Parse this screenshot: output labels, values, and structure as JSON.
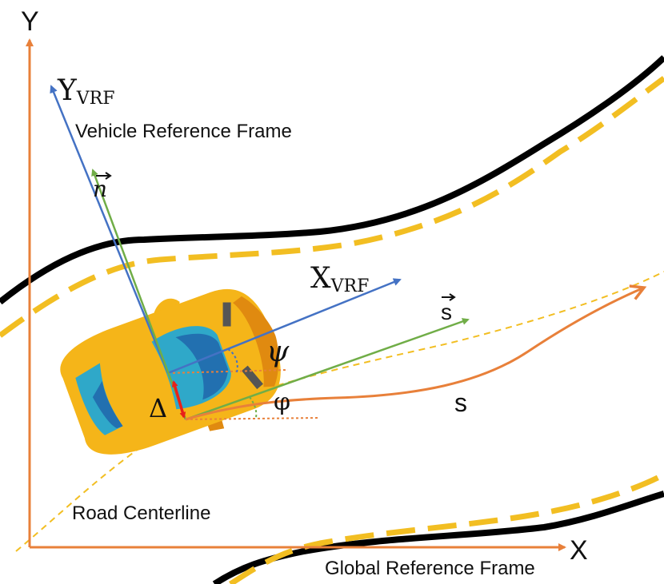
{
  "labels": {
    "y_axis": "Y",
    "x_axis": "X",
    "y_vrf_main": "Y",
    "y_vrf_sub": "VRF",
    "x_vrf_main": "X",
    "x_vrf_sub": "VRF",
    "vehicle_frame": "Vehicle Reference Frame",
    "road_centerline": "Road Centerline",
    "global_frame": "Global Reference Frame",
    "n_vector": "n",
    "s_vector": "s",
    "psi": "ψ",
    "phi": "φ",
    "delta": "Δ",
    "arc_s": "s"
  },
  "colors": {
    "axis_orange": "#E8803A",
    "vrf_blue": "#4472C4",
    "vector_green": "#70AD47",
    "road_edge": "#000000",
    "lane_yellow": "#F2BE22",
    "car_body": "#F5B519",
    "car_glass": "#2FA8C9",
    "delta_red": "#E8201A"
  }
}
